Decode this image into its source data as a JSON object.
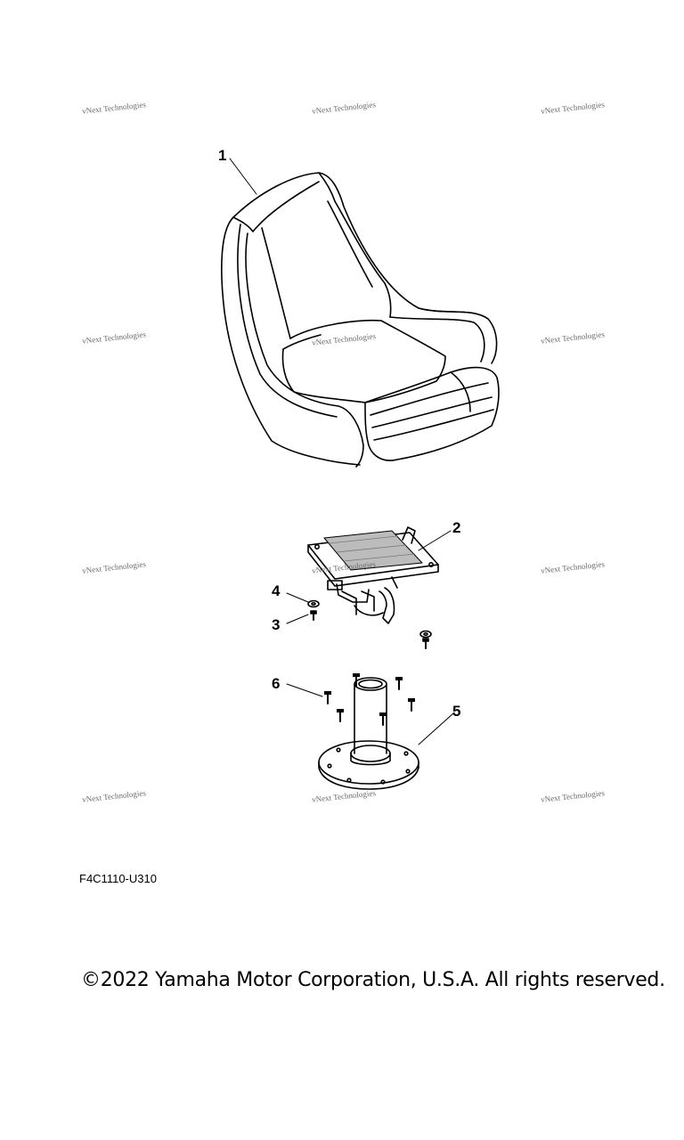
{
  "watermark_text": "vNext Technologies",
  "callouts": {
    "c1": "1",
    "c2": "2",
    "c3": "3",
    "c4": "4",
    "c5": "5",
    "c6": "6"
  },
  "diagram_code": "F4C1110-U310",
  "copyright": "©2022 Yamaha Motor Corporation, U.S.A. All rights reserved."
}
